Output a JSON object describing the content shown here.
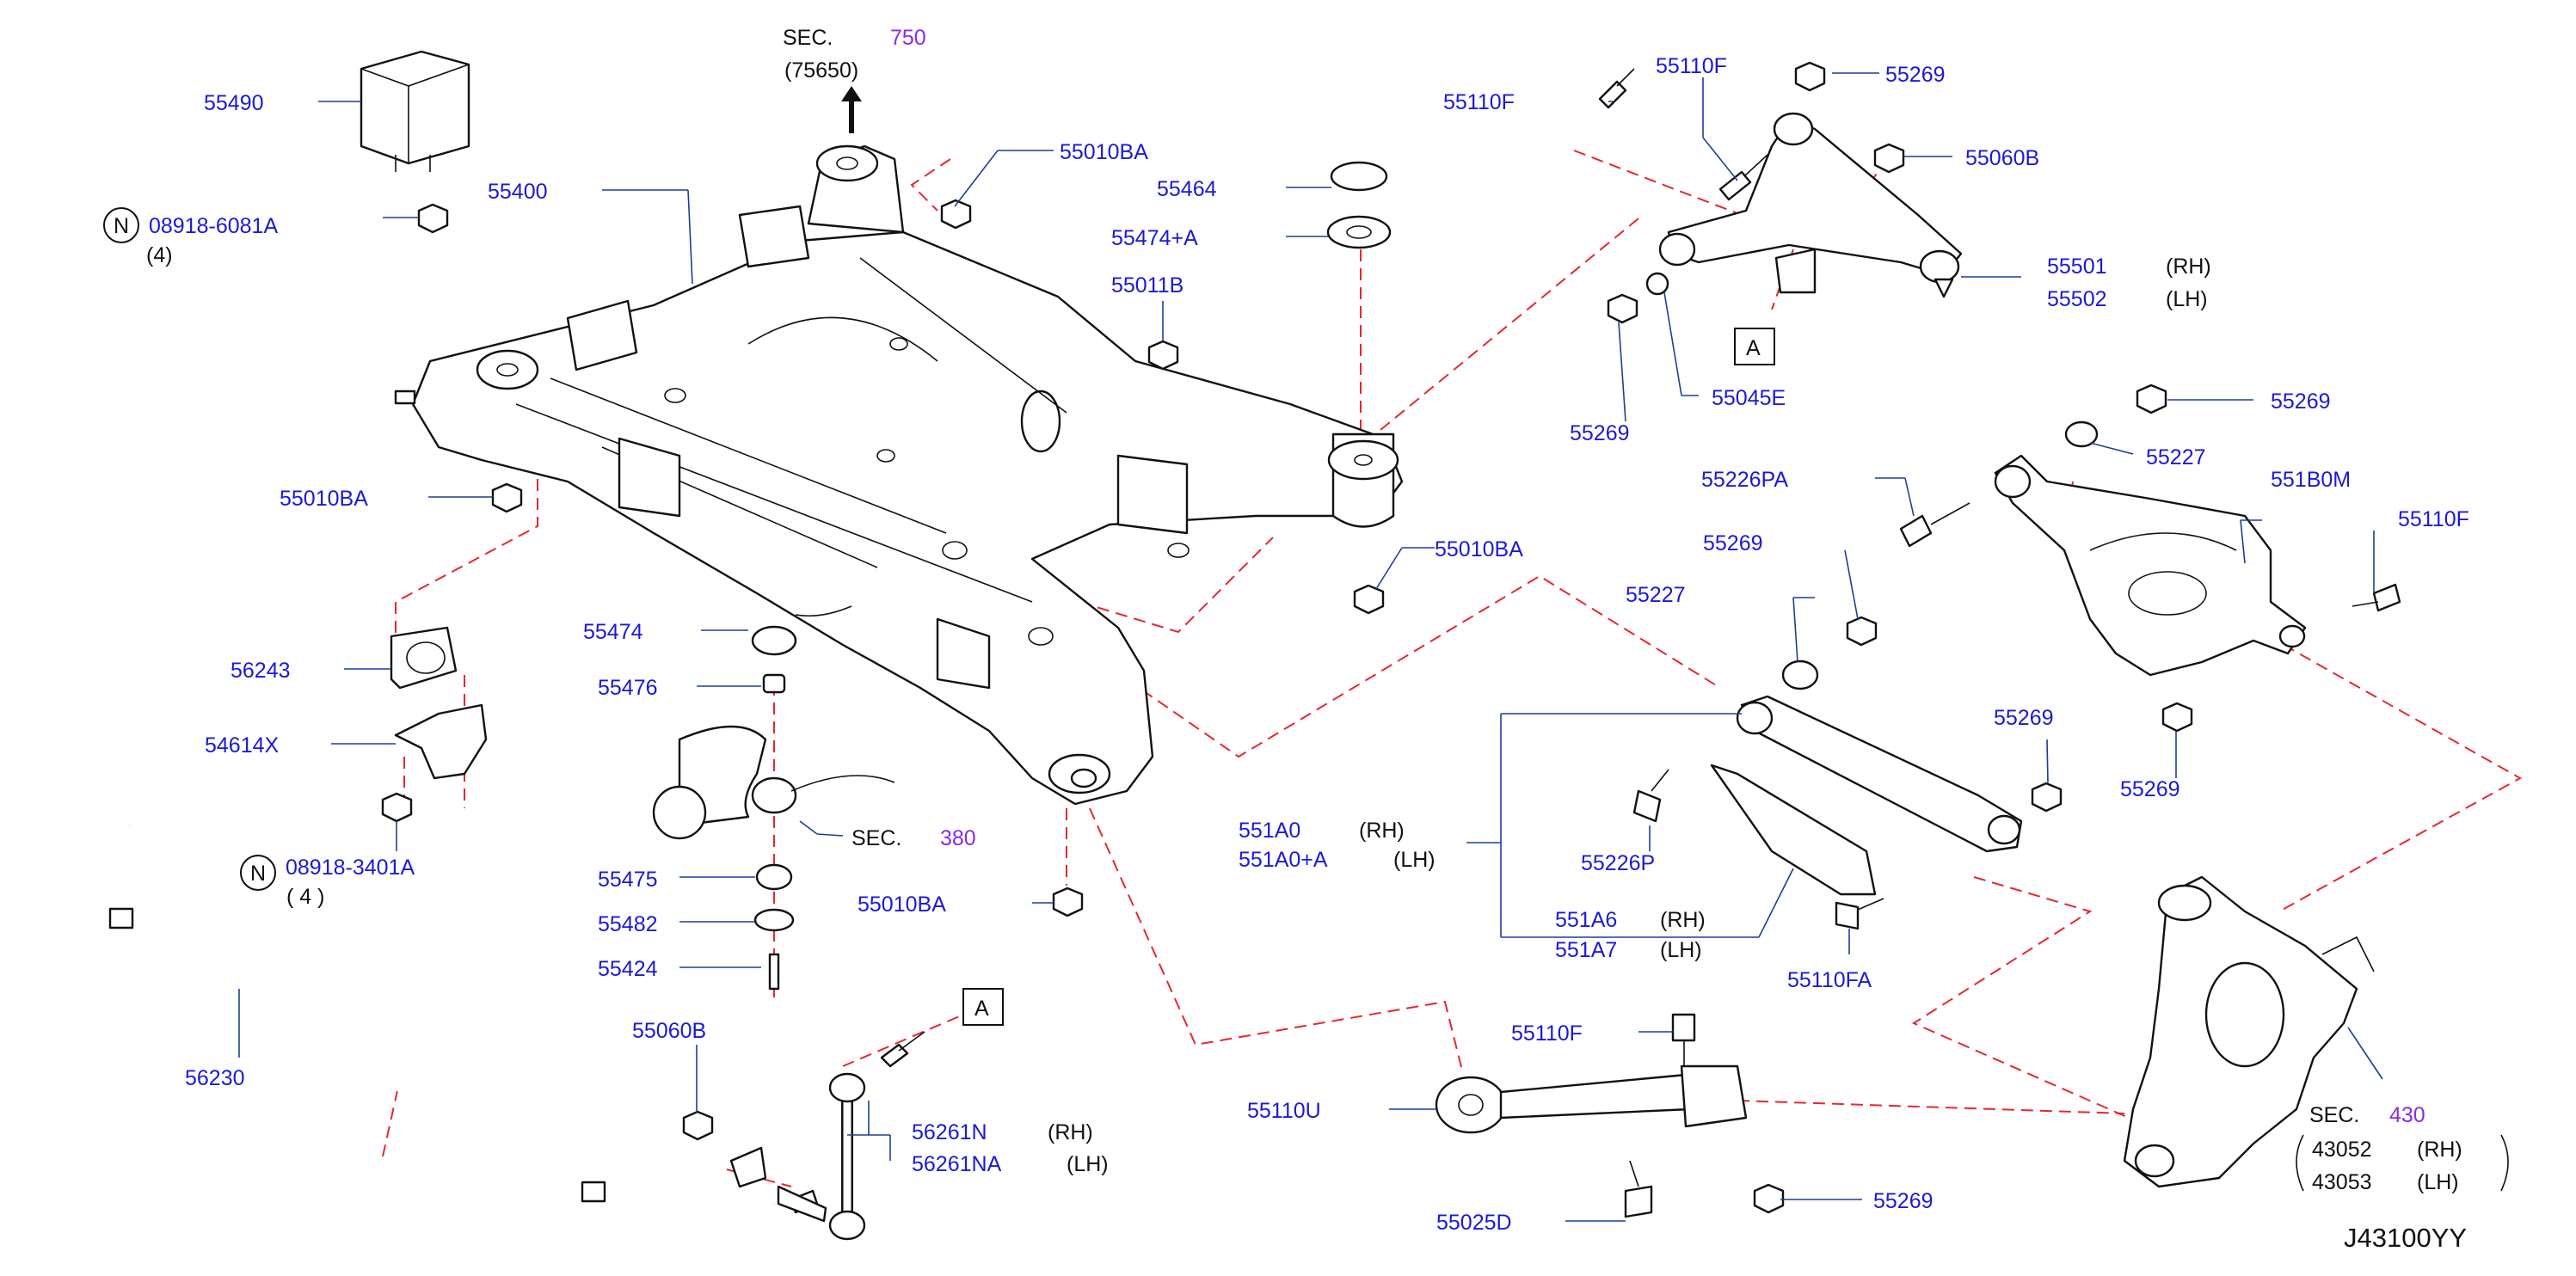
{
  "colors": {
    "part_number": "#1a1ad6",
    "section_number": "#8a2be2",
    "leader": "#1a3f9a",
    "phantom_line": "#e8262d",
    "text": "#111111"
  },
  "labels": {
    "sec_750_prefix": "SEC.",
    "sec_750_num": "750",
    "sec_750_sub": "(75650)",
    "p55490": "55490",
    "p55400": "55400",
    "p55010BA_top": "55010BA",
    "p55464": "55464",
    "p55474A": "55474+A",
    "p55011B": "55011B",
    "n_symbol_1": "N",
    "p08918_6081A": "08918-6081A",
    "q4_a": "(4)",
    "p55010BA_left": "55010BA",
    "p55010BA_right": "55010BA",
    "p56243": "56243",
    "p54614X": "54614X",
    "n_symbol_2": "N",
    "p08918_3401A": "08918-3401A",
    "q4_b": "( 4 )",
    "p56230": "56230",
    "p55474": "55474",
    "p55476": "55476",
    "sec_380_prefix": "SEC.",
    "sec_380_num": "380",
    "p55475": "55475",
    "p55482": "55482",
    "p55424": "55424",
    "p55010BA_bottom": "55010BA",
    "p55060B_bottom": "55060B",
    "box_a_bottom": "A",
    "p56261N": "56261N",
    "rh_1": "(RH)",
    "p56261NA": "56261NA",
    "lh_1": "(LH)",
    "p55110F_tl": "55110F",
    "p55110F_top": "55110F",
    "p55269_top": "55269",
    "p55060B_top": "55060B",
    "p55501": "55501",
    "rh_2": "(RH)",
    "p55502": "55502",
    "lh_2": "(LH)",
    "box_a_top": "A",
    "p55269_left": "55269",
    "p55045E": "55045E",
    "p55269_r1": "55269",
    "p55227_r": "55227",
    "p55226PA": "55226PA",
    "p551B0M": "551B0M",
    "p55110F_r": "55110F",
    "p55269_mid": "55269",
    "p55227_mid": "55227",
    "p55269_r2": "55269",
    "p55269_r3": "55269",
    "p551A0": "551A0",
    "rh_3": "(RH)",
    "p551A0A": "551A0+A",
    "lh_3": "(LH)",
    "p55226P": "55226P",
    "p551A6": "551A6",
    "rh_4": "(RH)",
    "p551A7": "551A7",
    "lh_4": "(LH)",
    "p55110FA": "55110FA",
    "p55110F_bottom": "55110F",
    "p55110U": "55110U",
    "p55025D": "55025D",
    "p55269_bottom": "55269",
    "sec_430_prefix": "SEC.",
    "sec_430_num": "430",
    "p43052": "43052",
    "rh_5": "(RH)",
    "p43053": "43053",
    "lh_5": "(LH)",
    "diagram_id": "J43100YY"
  }
}
